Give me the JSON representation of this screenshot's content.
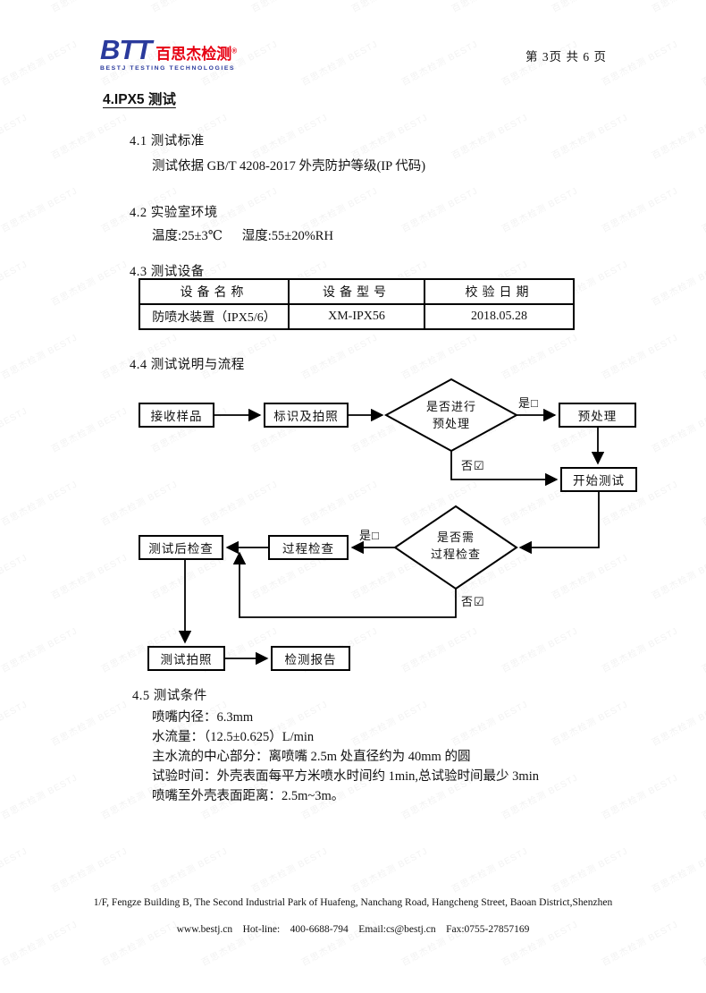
{
  "watermark": {
    "text": "百思杰检测 BESTJ"
  },
  "header": {
    "logo_main": "BTT",
    "logo_cn": "百思杰检测",
    "logo_reg": "®",
    "logo_sub": "BESTJ TESTING TECHNOLOGIES",
    "page_info": "第 3页 共 6 页"
  },
  "sections": {
    "title": "4.IPX5 测试",
    "s41": {
      "heading": "4.1 测试标准",
      "body": "测试依据 GB/T 4208-2017 外壳防护等级(IP 代码)"
    },
    "s42": {
      "heading": "4.2 实验室环境",
      "body": "温度:25±3℃      湿度:55±20%RH"
    },
    "s43": {
      "heading": "4.3 测试设备"
    },
    "s44": {
      "heading": "4.4 测试说明与流程"
    },
    "s45": {
      "heading": "4.5 测试条件",
      "lines": [
        "喷嘴内径：6.3mm",
        "水流量：（12.5±0.625）L/min",
        "主水流的中心部分：离喷嘴 2.5m 处直径约为 40mm 的圆",
        "试验时间：外壳表面每平方米喷水时间约 1min,总试验时间最少 3min",
        "喷嘴至外壳表面距离：2.5m~3m。"
      ]
    }
  },
  "equipment_table": {
    "headers": [
      "设备名称",
      "设备型号",
      "校验日期"
    ],
    "rows": [
      [
        "防喷水装置（IPX5/6）",
        "XM-IPX56",
        "2018.05.28"
      ]
    ]
  },
  "flowchart": {
    "receive": "接收样品",
    "mark": "标识及拍照",
    "d1_line1": "是否进行",
    "d1_line2": "预处理",
    "preprocess": "预处理",
    "start_test": "开始测试",
    "d2_line1": "是否需",
    "d2_line2": "过程检查",
    "process_check": "过程检查",
    "after_check": "测试后检查",
    "test_photo": "测试拍照",
    "report": "检测报告",
    "yes_label": "是□",
    "no_label": "否☑"
  },
  "footer": {
    "address": "1/F, Fengze Building B, The Second Industrial Park of Huafeng, Nanchang Road, Hangcheng Street, Baoan District,Shenzhen",
    "contact": "www.bestj.cn    Hot-line:    400-6688-794    Email:cs@bestj.cn    Fax:0755-27857169"
  }
}
